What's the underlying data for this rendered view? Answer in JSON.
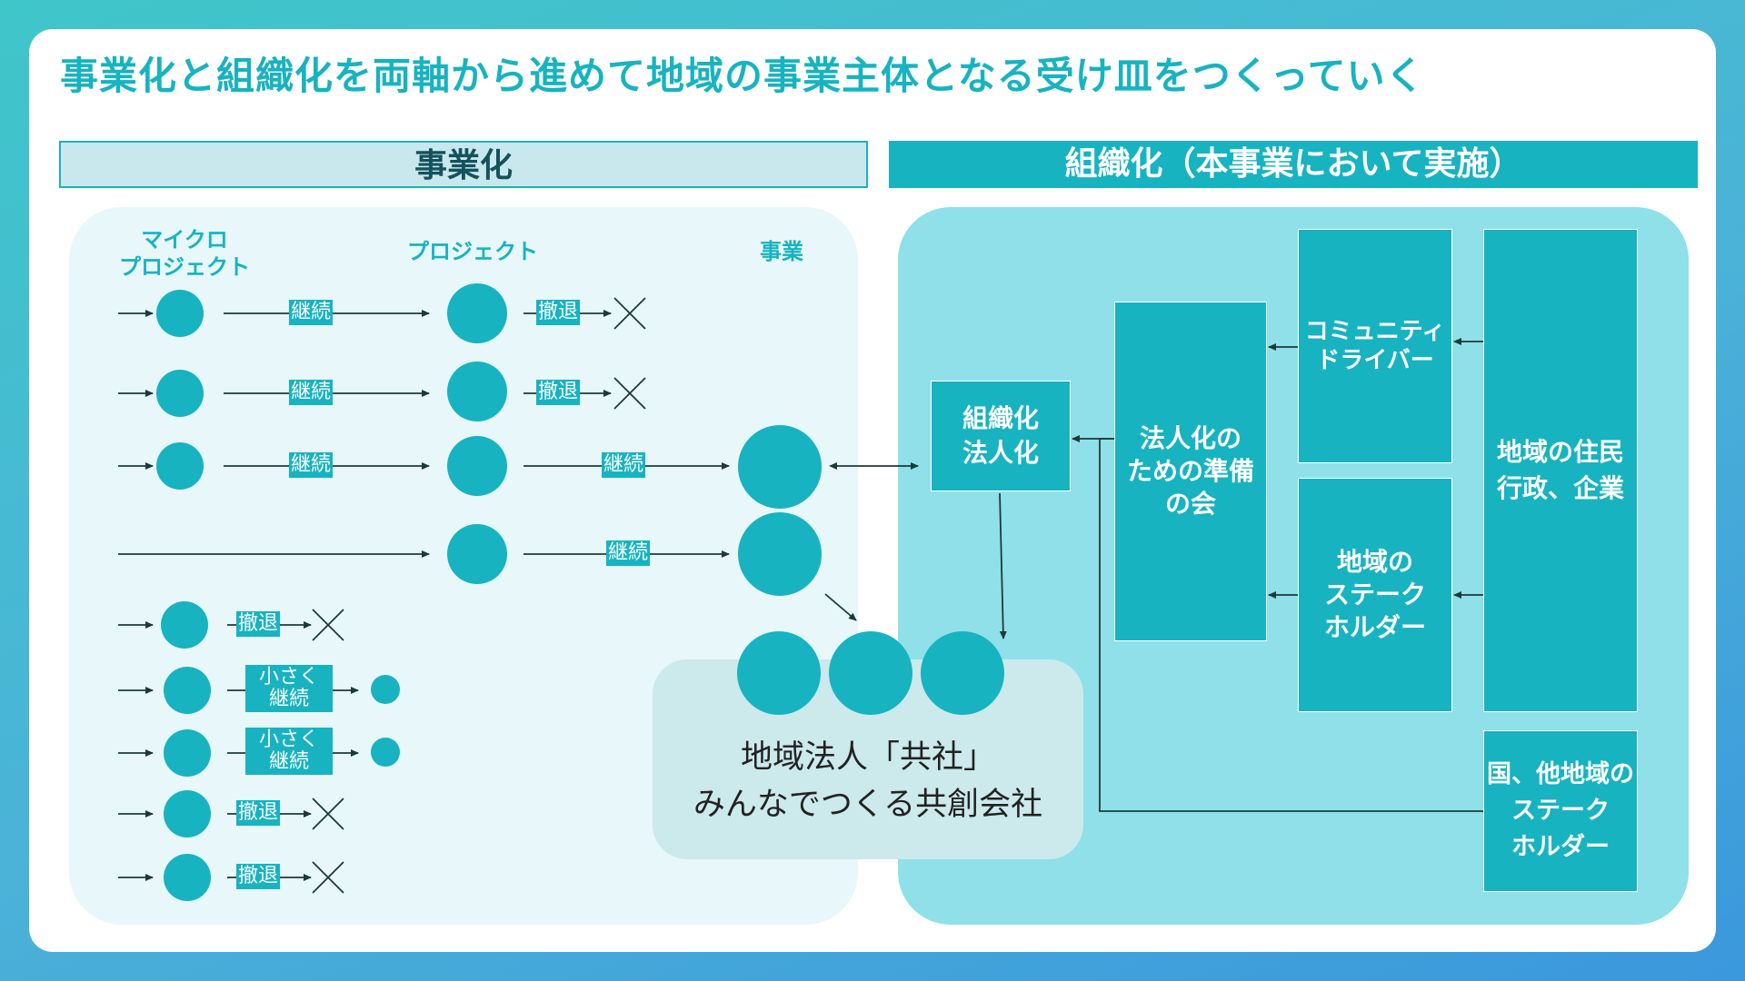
{
  "title": "事業化と組織化を両軸から進めて地域の事業主体となる受け皿をつくっていく",
  "sections": {
    "left": "事業化",
    "right": "組織化（本事業において実施）"
  },
  "columns": {
    "micro": "マイクロ\nプロジェクト",
    "project": "プロジェクト",
    "business": "事業"
  },
  "tags": {
    "continue": "継続",
    "withdraw": "撤退",
    "small_continue": "小さく\n継続"
  },
  "company": "地域法人「共社」\nみんなでつくる共創会社",
  "boxes": {
    "incorporate": "組織化\n法人化",
    "prep": "法人化の\nための準備\nの会",
    "driver": "コミュニティ\nドライバー",
    "stakeholder": "地域の\nステーク\nホルダー",
    "residents": "地域の住民\n行政、企業",
    "national": "国、他地域の\nステーク\nホルダー"
  },
  "colors": {
    "accent": "#17b3c0",
    "dark_text": "#14525c",
    "line": "#1c3a3a"
  }
}
